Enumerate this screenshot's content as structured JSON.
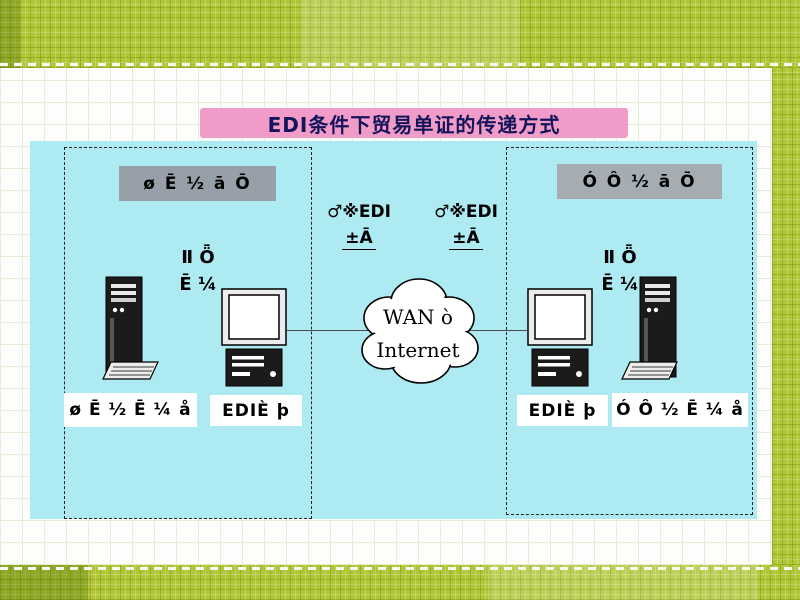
{
  "title": "EDI条件下贸易单证的传递方式",
  "colors": {
    "band_green": "#b2c737",
    "title_pink": "#f09bc8",
    "panel_cyan": "#aeeaf2",
    "header_gray": "#97a0a8"
  },
  "left_panel": {
    "header": "ø Ē ½ ā Ō",
    "flow_line1": "Ⅱ Ȫ",
    "flow_line2": "Ē ¼",
    "system_label": "ø Ē ½ Ē ¼ å",
    "edi_label": "EDIÈ þ"
  },
  "center": {
    "send_left_line1": "♂※EDI",
    "send_left_line2": "±Ā",
    "send_right_line1": "♂※EDI",
    "send_right_line2": "±Ā",
    "cloud_line1": "WAN ò",
    "cloud_line2": "Internet"
  },
  "right_panel": {
    "header": "Ó Ô ½ ā Ō",
    "flow_line1": "Ⅱ Ȫ",
    "flow_line2": "Ē ¼",
    "edi_label": "EDIÈ þ",
    "system_label": "Ó Ô ½ Ē ¼ å"
  }
}
